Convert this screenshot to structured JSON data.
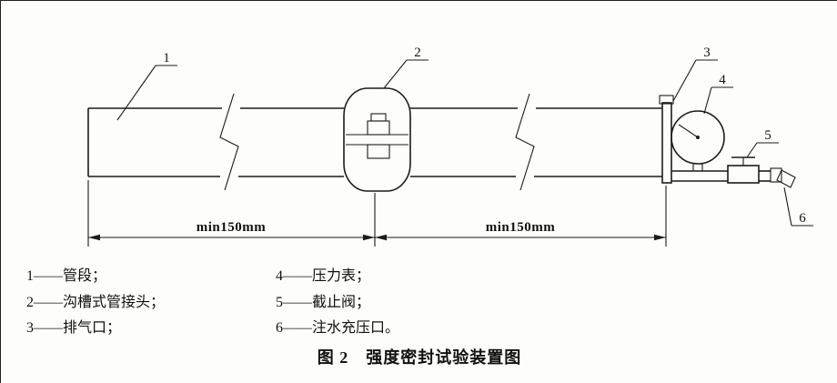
{
  "figure": {
    "caption": "图 2　强度密封试验装置图",
    "dimensions": {
      "left": "min150mm",
      "right": "min150mm"
    },
    "callouts": {
      "c1": "1",
      "c2": "2",
      "c3": "3",
      "c4": "4",
      "c5": "5",
      "c6": "6"
    },
    "legend": {
      "left": [
        {
          "label": "1——管段；"
        },
        {
          "label": "2——沟槽式管接头；"
        },
        {
          "label": "3——排气口；"
        }
      ],
      "right": [
        {
          "label": "4——压力表；"
        },
        {
          "label": "5——截止阀；"
        },
        {
          "label": "6——注水充压口。"
        }
      ]
    }
  }
}
